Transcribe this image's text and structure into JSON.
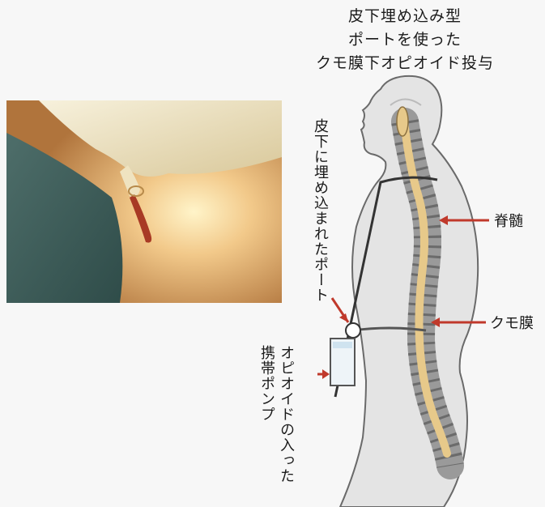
{
  "title": {
    "line1": "皮下埋め込み型",
    "line2": "ポートを使った",
    "line3": "クモ膜下オピオイド投与"
  },
  "labels": {
    "port": "皮下に埋め込まれたポート",
    "pump_line1": "オピオイドの入った",
    "pump_line2": "携帯ポンプ",
    "spinal_cord": "脊髄",
    "arachnoid": "クモ膜"
  },
  "colors": {
    "arrow": "#c0392b",
    "body": "#dcdcdc",
    "spine": "#8c8c8c",
    "cord": "#e7c98a"
  }
}
